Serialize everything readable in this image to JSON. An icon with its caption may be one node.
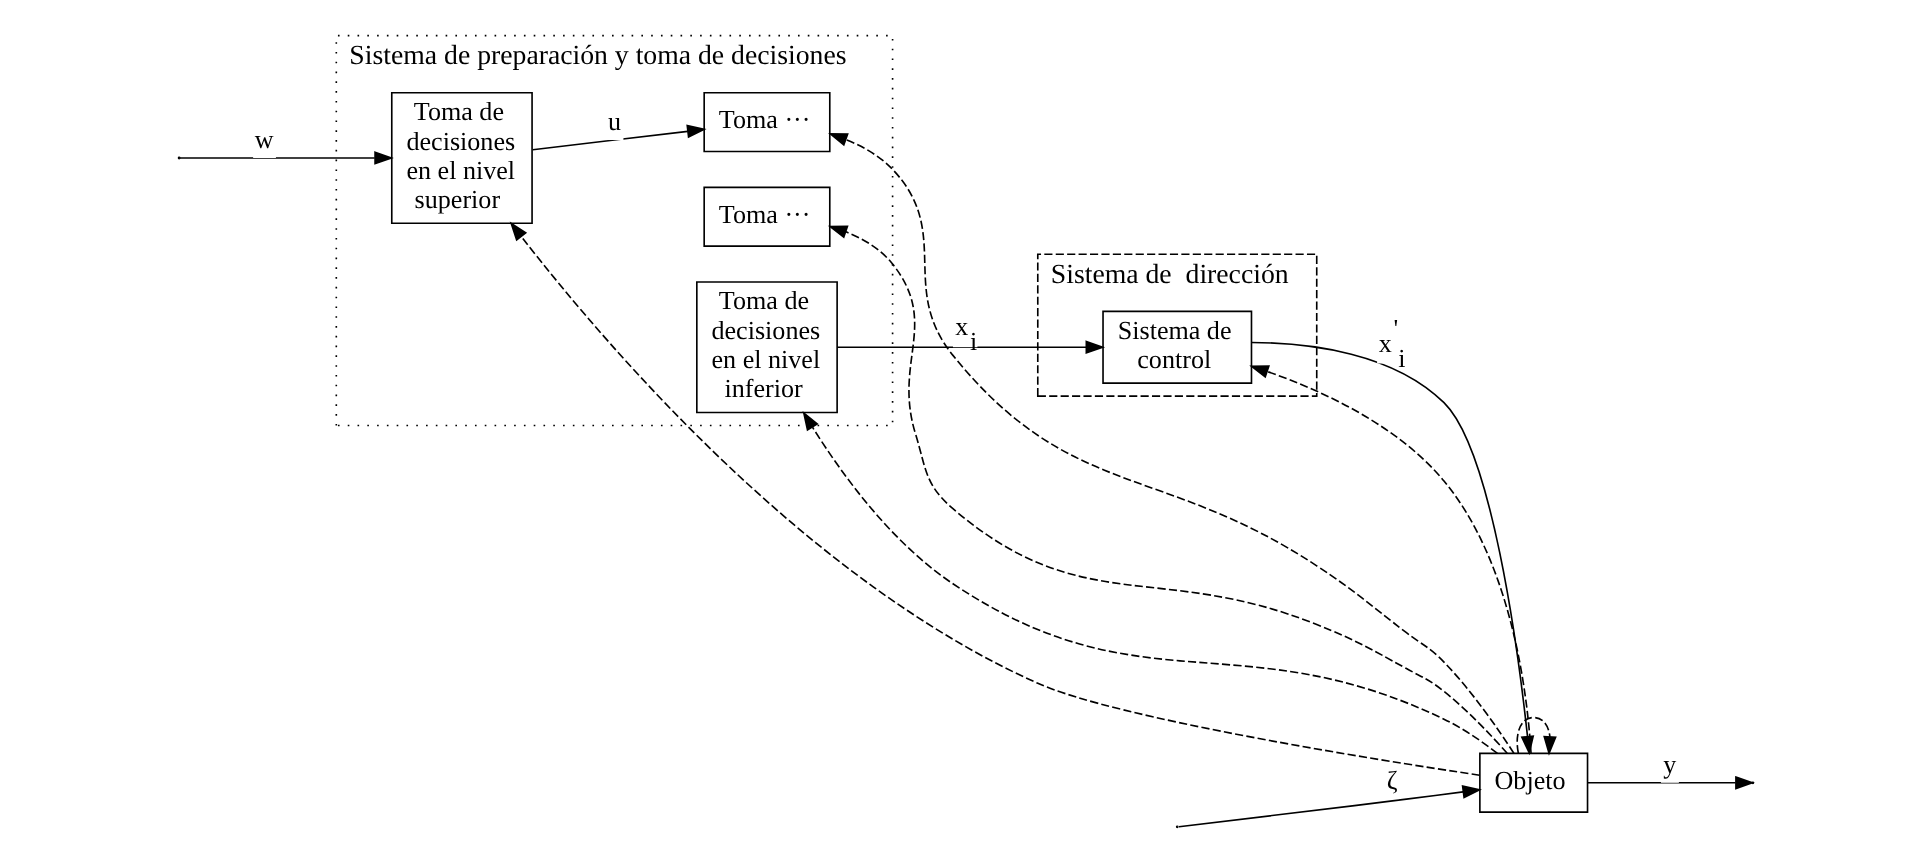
{
  "diagram": {
    "nodes": [
      {
        "text": [
          "Sistema de  dirección"
        ]
      },
      {
        "text": [
          "Sistema de preparación y toma de decisiones"
        ]
      },
      {
        "text": [
          "Toma de decisiones en el nivel superior"
        ],
        "in": 1
      },
      {
        "text": [
          "Toma ···"
        ],
        "in": 1
      },
      {
        "text": [
          "Toma ···"
        ],
        "in": 1
      },
      {
        "text": [
          "Toma de decisiones en el nivel inferior"
        ],
        "in": 1
      },
      {
        "text": [
          "Sistema de control"
        ],
        "in": 0
      },
      {
        "text": [
          "Objeto"
        ]
      }
    ],
    "edges": [
      {
        "from": null,
        "to": 2,
        "arrow": "to",
        "label": "w"
      },
      {
        "from": 2,
        "to": 3,
        "arrow": "to",
        "label": "u"
      },
      {
        "from": 5,
        "to": 6,
        "arrow": "to",
        "label": "x$_{i}$"
      },
      {
        "from": 6,
        "to": 7,
        "arrow": "to",
        "label": "x$^{'}$$_{i}$"
      },
      {
        "from": null,
        "to": 7,
        "arrow": "to",
        "label": "ζ"
      },
      {
        "from": 7,
        "to": null,
        "arrow": "to",
        "label": "y"
      },
      {
        "from": 7,
        "to": 2,
        "arrow": "to",
        "style": "dashed"
      },
      {
        "from": 7,
        "to": 3,
        "arrow": "to",
        "style": "dashed"
      },
      {
        "from": 7,
        "to": 4,
        "arrow": "to",
        "style": "dashed"
      },
      {
        "from": 7,
        "to": 5,
        "arrow": "to",
        "style": "dashed"
      },
      {
        "from": 7,
        "to": 6,
        "arrow": "to",
        "style": "dashed"
      },
      {
        "from": 7,
        "to": 7,
        "arrow": "to",
        "style": "dashed"
      }
    ]
  }
}
